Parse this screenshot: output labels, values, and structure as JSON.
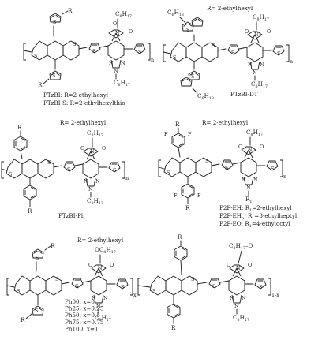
{
  "atoms": {
    "S": "S",
    "O": "O",
    "N": "N",
    "R": "R",
    "F": "F",
    "n": "n",
    "x": "x",
    "one_minus_x": "1-x",
    "hexyl": "C6H13",
    "octyl_C": "C",
    "octyl_H": "H",
    "octyl_sub_C": "8",
    "octyl_sub_H": "17",
    "hexyl_sub_C": "6",
    "hexyl_sub_H": "13",
    "R1": "R",
    "R1_sub": "1",
    "N_R1": "N",
    "OC8H17_O": "OC",
    "C8H17O": "C"
  },
  "panels": {
    "p1": {
      "legend_line1": "PTzBI: R=2-ethylhexyl",
      "legend_line2": "PTzBI-S: R=2-ethylhexylthio"
    },
    "p2": {
      "r_def": "R= 2-ethylhexyl",
      "name": "PTzBI-DT"
    },
    "p3": {
      "r_def": "R= 2-ethylhexyl",
      "name": "PTzBI-Ph"
    },
    "p4": {
      "r_def": "R= 2-ethylhexyl",
      "line1_pre": "P2F-EH: R",
      "line1_post": "=2-ethylhexyl",
      "line2_pre": "P2F-EH",
      "line2_mid": ": R",
      "line2_post": "=3-ethylheptyl",
      "line3_pre": "P2F-EO: R",
      "line3_post": "=4-ethyloctyl",
      "sub1": "1",
      "subp": "p"
    },
    "p5": {
      "r_def": "R= 2-ethylhexyl",
      "series": [
        "Ph00: x=0",
        "Ph25: x=0.25",
        "Ph50: x=0.5",
        "Ph75: x=0.75",
        "Ph100: x=1"
      ]
    }
  }
}
